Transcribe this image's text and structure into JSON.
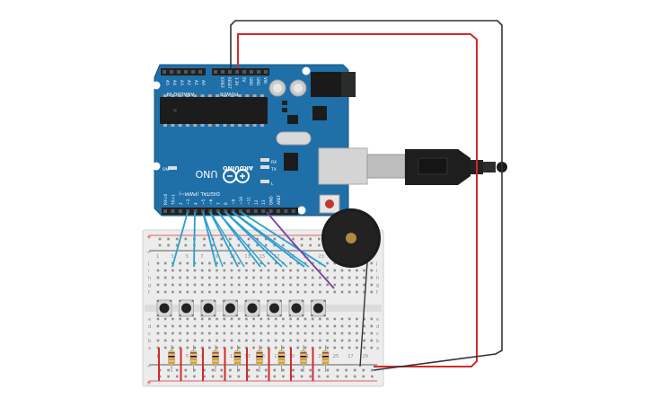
{
  "board": {
    "name": "UNO",
    "brand": "ARDUINO",
    "header_analog": "ANALOG IN",
    "header_power": "POWER",
    "header_digital": "DIGITAL (PWM~)",
    "analog_pins": [
      "A5",
      "A4",
      "A3",
      "A2",
      "A1",
      "A0"
    ],
    "power_pins": [
      "VIN",
      "GND",
      "GND",
      "5V",
      "3.3V",
      "RESET",
      "IOREF"
    ],
    "digital_pins": [
      "RX<0",
      "TX>1",
      "2",
      "~3",
      "4",
      "~5",
      "~6",
      "7",
      "8",
      "~9",
      "~10",
      "~11",
      "12",
      "13",
      "GND",
      "AREF"
    ],
    "led_on": "ON",
    "led_tx": "TX",
    "led_rx": "RX",
    "led_l": "L"
  },
  "breadboard": {
    "row_letters_top": [
      "j",
      "i",
      "h",
      "g",
      "f"
    ],
    "row_letters_bottom": [
      "e",
      "d",
      "c",
      "b",
      "a"
    ],
    "column_numbers": [
      "1",
      "",
      "3",
      "",
      "5",
      "",
      "7",
      "",
      "9",
      "",
      "11",
      "",
      "13",
      "",
      "15",
      "",
      "17",
      "",
      "19",
      "",
      "21",
      "",
      "23",
      "",
      "25",
      "",
      "27",
      "",
      "29",
      ""
    ],
    "rail_plus": "+",
    "rail_minus": "−"
  },
  "components": {
    "pushbutton_count": 8,
    "resistor_count": 8,
    "buzzer": "piezo"
  },
  "colors": {
    "board": "#1f6fa8",
    "board_dark": "#17567f",
    "wire_signal": "#2a9fd0",
    "wire_buzzer": "#7b3fa0",
    "wire_power": "#d42a2a",
    "wire_ground": "#333333",
    "breadboard": "#e9e9e9",
    "buzzer_body": "#1c1c1c",
    "buzzer_center": "#b08a3e"
  }
}
